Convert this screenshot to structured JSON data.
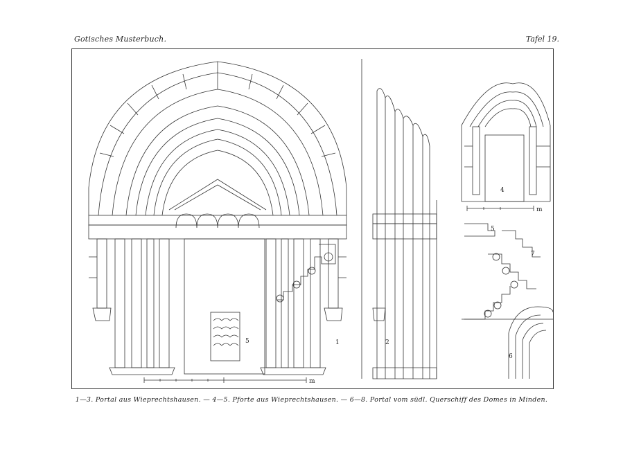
{
  "header": {
    "book_title": "Gotisches Musterbuch.",
    "plate": "Tafel 19."
  },
  "figure_labels": {
    "fig1": "1",
    "fig2": "2",
    "fig4": "4",
    "fig5_left": "5",
    "fig5_right": "5",
    "fig6": "6",
    "fig7": "7"
  },
  "scale_bars": {
    "main_unit": "m",
    "small_unit": "m"
  },
  "caption": "1—3. Portal aus Wieprechtshausen. — 4—5. Pforte aus Wieprechtshausen. — 6—8. Portal vom südl. Querschiff des Domes in Minden."
}
